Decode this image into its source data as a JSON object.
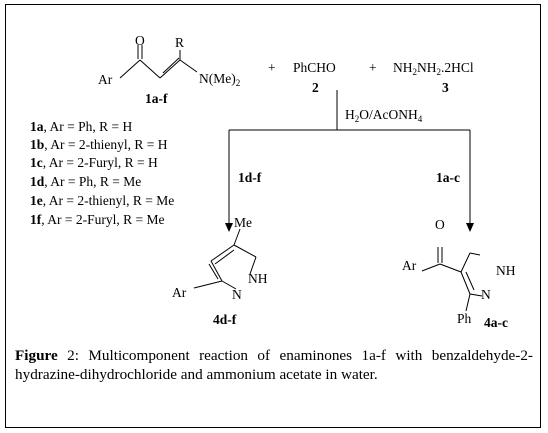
{
  "compounds": {
    "enaminone": {
      "carbonyl_o": "O",
      "r": "R",
      "ar": "Ar",
      "n_label": "N(Me)",
      "n_sub": "2",
      "label": "1a-f"
    },
    "plus1": "+",
    "benzaldehyde": {
      "formula": "PhCHO",
      "label": "2"
    },
    "plus2": "+",
    "hydrazine": {
      "p1": "NH",
      "s1": "2",
      "p2": "NH",
      "s2": "2",
      "p3": ".2HCl",
      "label": "3"
    },
    "conditions": {
      "main": "H",
      "s1": "2",
      "mid": "O/AcONH",
      "s2": "4"
    }
  },
  "substituent_list": [
    {
      "id": "1a",
      "text": ", Ar = Ph, R = H"
    },
    {
      "id": "1b",
      "text": ", Ar = 2-thienyl, R = H"
    },
    {
      "id": "1c",
      "text": ", Ar = 2-Furyl, R = H"
    },
    {
      "id": "1d",
      "text": ", Ar = Ph, R = Me"
    },
    {
      "id": "1e",
      "text": ", Ar = 2-thienyl, R = Me"
    },
    {
      "id": "1f",
      "text": ", Ar = 2-Furyl, R = Me"
    }
  ],
  "branches": {
    "left_label": "1d-f",
    "right_label": "1a-c"
  },
  "products": {
    "left": {
      "me": "Me",
      "nh": "NH",
      "n": "N",
      "ar": "Ar",
      "label": "4d-f"
    },
    "right": {
      "o": "O",
      "ar": "Ar",
      "nh": "NH",
      "n": "N",
      "ph": "Ph",
      "label": "4a-c"
    }
  },
  "caption": {
    "prefix": "Figure",
    "number": " 2",
    "text": ": Multicomponent reaction of enaminones 1a-f with benzaldehyde-2-hydrazine-dihydrochloride and ammonium acetate in water."
  }
}
